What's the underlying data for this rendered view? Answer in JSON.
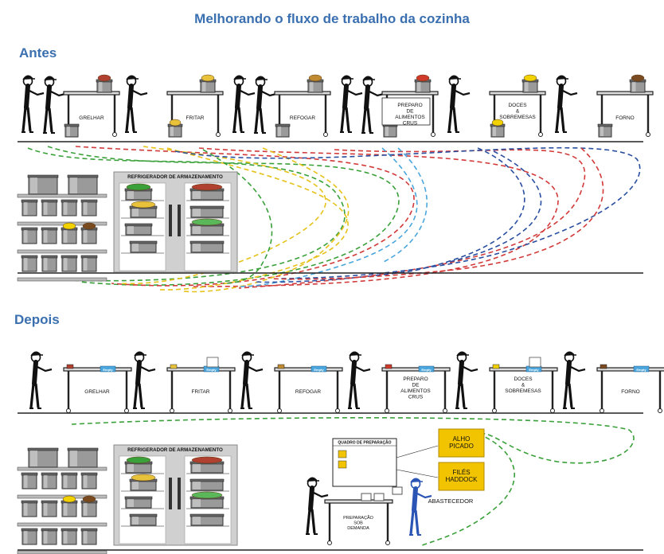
{
  "title": "Melhorando o fluxo de trabalho da cozinha",
  "before": {
    "heading": "Antes",
    "stations": [
      "GRELHAR",
      "FRITAR",
      "REFOGAR",
      "PREPARO DE ALIMENTOS CRUS",
      "DOCES & SOBREMESAS",
      "FORNO"
    ],
    "refrigerator": "REFRIGERADOR DE ARMAZENAMENTO"
  },
  "after": {
    "heading": "Depois",
    "stations": [
      "GRELHAR",
      "FRITAR",
      "REFOGAR",
      "PREPARO DE ALIMENTOS CRUS",
      "DOCES & SOBREMESAS",
      "FORNO"
    ],
    "station_tag": "Empty",
    "refrigerator": "REFRIGERADOR DE ARMAZENAMENTO",
    "prep_board": "QUADRO DE PREPARAÇÃO",
    "prep_items": [
      "ALHO PICADO",
      "FILÉS HADDOCK"
    ],
    "prep_on_demand": "PREPARAÇÃO SOB DEMANDA",
    "supplier": "ABASTECEDOR"
  },
  "colors": {
    "title": "#3a6fb0",
    "flow_green": "#3aa03a",
    "flow_red": "#d23a3a",
    "flow_blue": "#2a4fa0",
    "flow_yellow": "#e6c21a",
    "flow_lightblue": "#4aa6dc",
    "prep_item_fill": "#f2c400",
    "supplier": "#2a55b5"
  }
}
